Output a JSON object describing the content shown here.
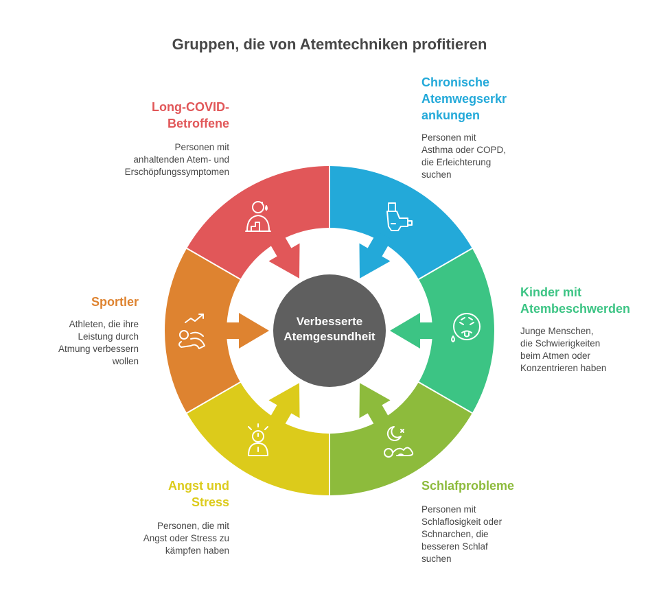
{
  "title": "Gruppen, die von Atemtechniken profitieren",
  "center_label": "Verbesserte\nAtemgesundheit",
  "colors": {
    "center": "#5f5f5f",
    "covid": "#e15759",
    "chronic": "#23a9d9",
    "kinder": "#3cc484",
    "schlaf": "#8dbb3c",
    "angst": "#dccb1b",
    "sport": "#de8330"
  },
  "segments": {
    "covid": {
      "title": "Long-COVID-\nBetroffene",
      "description": "Personen mit\nanhaltenden Atem- und\nErschöpfungssymptomen",
      "icon": "sick-person-icon"
    },
    "chronic": {
      "title": "Chronische\nAtemwegserkr\nankungen",
      "description": "Personen mit\nAsthma oder COPD,\ndie Erleichterung\nsuchen",
      "icon": "inhaler-icon"
    },
    "kinder": {
      "title": "Kinder mit\nAtembeschwerden",
      "description": "Junge Menschen,\ndie Schwierigkeiten\nbeim Atmen oder\nKonzentrieren haben",
      "icon": "sick-face-icon"
    },
    "schlaf": {
      "title": "Schlafprobleme",
      "description": "Personen mit\nSchlaflosigkeit oder\nSchnarchen, die\nbesseren Schlaf\nsuchen",
      "icon": "sleep-icon"
    },
    "angst": {
      "title": "Angst und\nStress",
      "description": "Personen, die mit\nAngst oder Stress zu\nkämpfen haben",
      "icon": "stressed-person-icon"
    },
    "sport": {
      "title": "Sportler",
      "description": "Athleten, die ihre\nLeistung durch\nAtmung verbessern\nwollen",
      "icon": "athlete-icon"
    }
  }
}
